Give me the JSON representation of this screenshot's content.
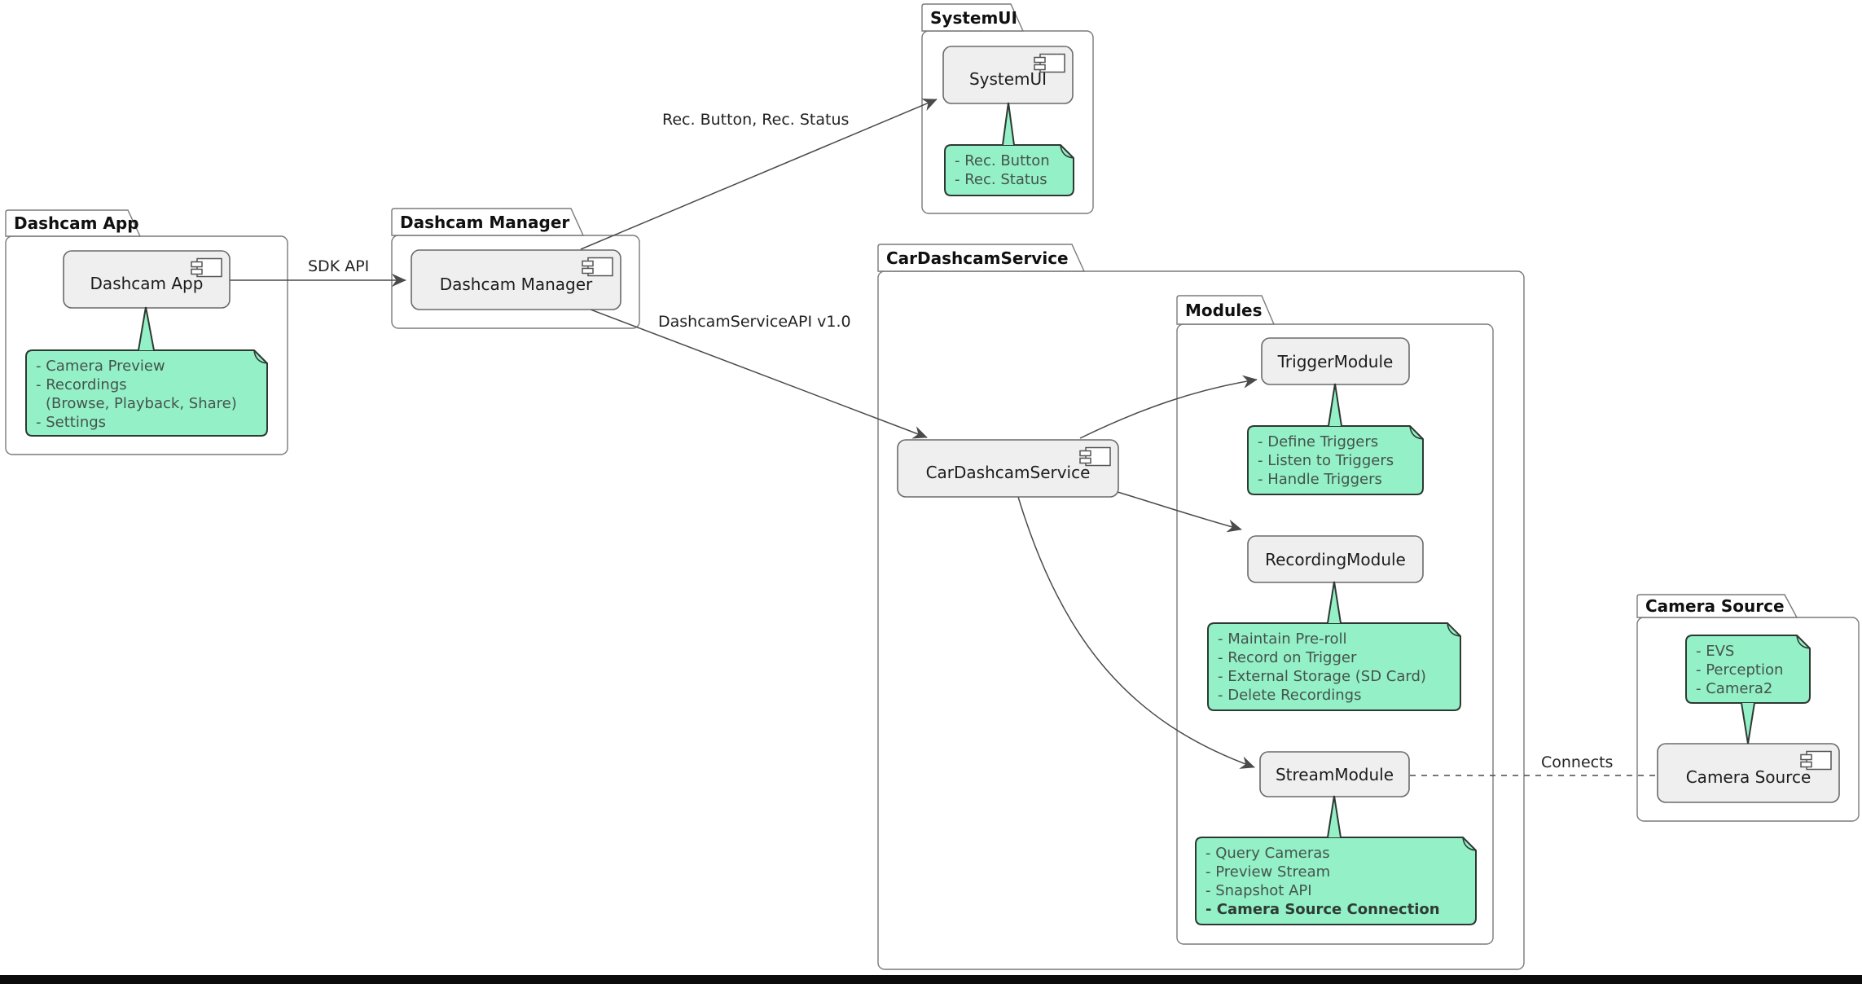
{
  "diagram_type": "uml-component-diagram",
  "packages": {
    "dashcam_app": {
      "title": "Dashcam App"
    },
    "dashcam_manager": {
      "title": "Dashcam Manager"
    },
    "system_ui": {
      "title": "SystemUI"
    },
    "car_dashcam_service": {
      "title": "CarDashcamService"
    },
    "modules": {
      "title": "Modules"
    },
    "camera_source": {
      "title": "Camera Source"
    }
  },
  "components": {
    "dashcam_app": "Dashcam App",
    "dashcam_manager": "Dashcam Manager",
    "system_ui": "SystemUI",
    "car_dashcam_service": "CarDashcamService",
    "trigger_module": "TriggerModule",
    "recording_module": "RecordingModule",
    "stream_module": "StreamModule",
    "camera_source": "Camera Source"
  },
  "notes": {
    "dashcam_app": {
      "lines": [
        "- Camera Preview",
        "- Recordings",
        "(Browse, Playback, Share)",
        "- Settings"
      ]
    },
    "system_ui": {
      "lines": [
        "- Rec. Button",
        "- Rec. Status"
      ]
    },
    "trigger_module": {
      "lines": [
        "- Define Triggers",
        "- Listen to Triggers",
        "- Handle Triggers"
      ]
    },
    "recording_module": {
      "lines": [
        "- Maintain Pre-roll",
        "- Record on Trigger",
        "- External Storage (SD Card)",
        "- Delete Recordings"
      ]
    },
    "stream_module": {
      "lines": [
        "- Query Cameras",
        "- Preview Stream",
        "- Snapshot API",
        "- Camera Source Connection"
      ]
    },
    "camera_source": {
      "lines": [
        "- EVS",
        "- Perception",
        "- Camera2"
      ]
    }
  },
  "edge_labels": {
    "sdk_api": "SDK API",
    "rec_button_status": "Rec. Button, Rec. Status",
    "service_api": "DashcamServiceAPI v1.0",
    "connects": "Connects"
  },
  "colors": {
    "note_fill": "#94F0C6",
    "note_border": "#2e3833",
    "component_fill": "#EFEFEF",
    "component_border": "#6A6A6A",
    "package_border": "#7A7A7A",
    "edge": "#4A4A4A"
  }
}
